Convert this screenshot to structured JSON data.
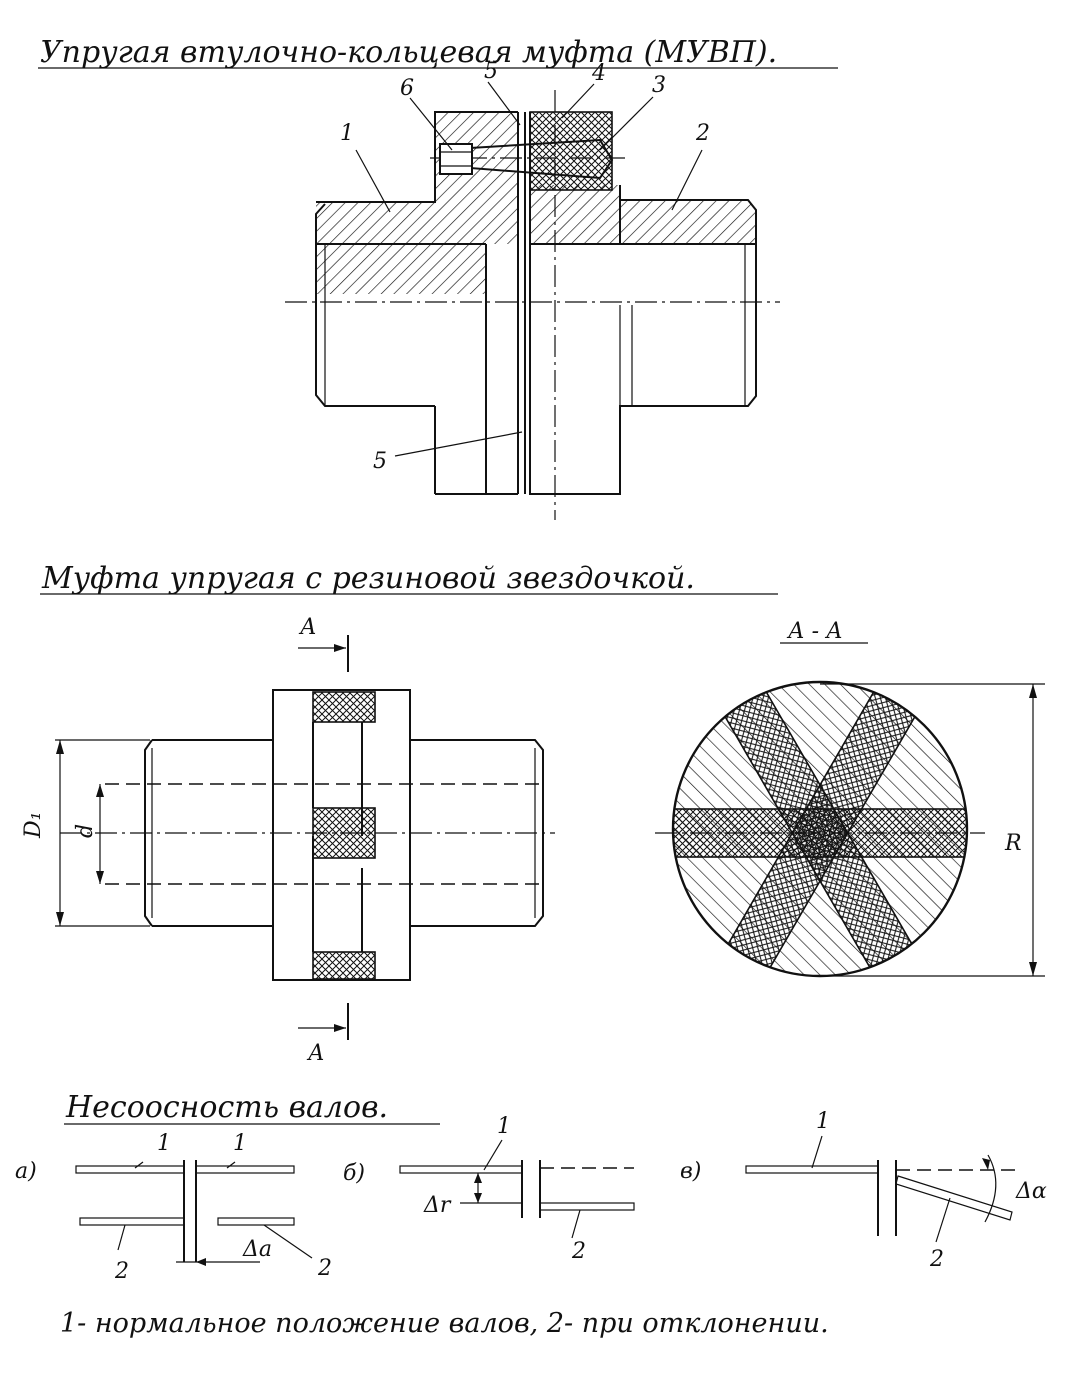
{
  "sections": {
    "muvp": {
      "title": "Упругая втулочно-кольцевая муфта (МУВП).",
      "labels": {
        "l1": "1",
        "l2": "2",
        "l3": "3",
        "l4": "4",
        "l5_top": "5",
        "l6": "6",
        "l5_bottom": "5"
      }
    },
    "star": {
      "title": "Муфта упругая с резиновой звездочкой.",
      "section_top": "А",
      "section_bottom": "А",
      "view_title": "А - А",
      "dim_big": "D₁",
      "dim_small": "d",
      "dim_radius": "R"
    },
    "misalign": {
      "title": "Несоосность валов.",
      "case_a": {
        "marker": "а)",
        "label1a": "1",
        "label1b": "1",
        "label2a": "2",
        "label2b": "2",
        "delta": "Δa"
      },
      "case_b": {
        "marker": "б)",
        "label1": "1",
        "label2": "2",
        "delta": "Δr"
      },
      "case_c": {
        "marker": "в)",
        "label1": "1",
        "label2": "2",
        "delta": "Δα"
      }
    },
    "caption": "1- нормальное положение валов, 2- при отклонении."
  }
}
